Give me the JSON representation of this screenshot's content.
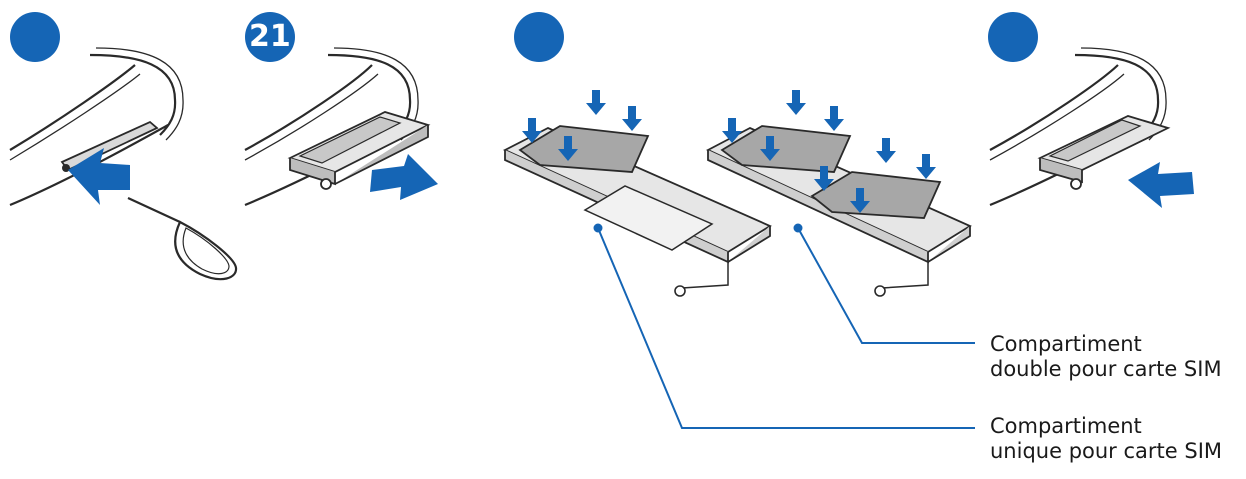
{
  "steps": [
    {
      "number": ""
    },
    {
      "number": "21"
    },
    {
      "number": ""
    },
    {
      "number": ""
    }
  ],
  "callouts": {
    "dual_tray": {
      "line1": "Compartiment",
      "line2": "double pour carte SIM"
    },
    "single_tray": {
      "line1": "Compartiment",
      "line2": "unique pour carte SIM"
    }
  },
  "colors": {
    "badge": "#1565b5",
    "arrow": "#1565b5",
    "leader_line": "#1565b5",
    "card": "#a7a7a7",
    "tray": "#e6e6e6",
    "outline": "#2a2a2a"
  },
  "icons": [
    "ejection-pin-icon",
    "insert-arrow-icon",
    "pull-out-arrow-icon",
    "push-down-arrow-icon"
  ]
}
